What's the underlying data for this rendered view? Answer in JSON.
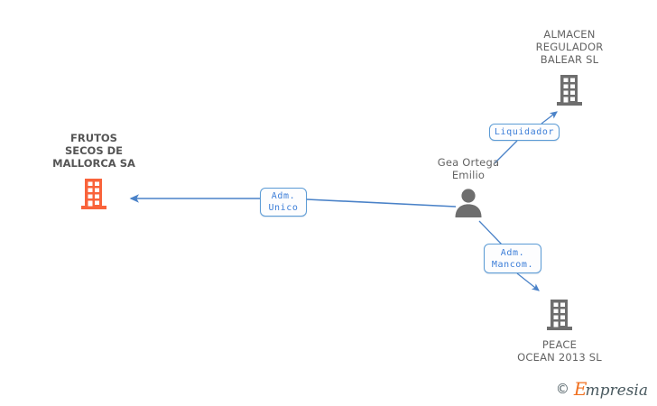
{
  "diagram": {
    "title": "Mercantile relationship graph",
    "background_color": "#ffffff",
    "edge_color": "#4a82c8",
    "badge_border_color": "#5b9bd5",
    "badge_text_color": "#3b7dd8",
    "company_icon_color_highlight": "#f9633b",
    "company_icon_color_default": "#6e6e6e",
    "person_icon_color": "#6e6e6e"
  },
  "nodes": {
    "main_company": {
      "name_lines": [
        "FRUTOS",
        "SECOS DE",
        "MALLORCA SA"
      ],
      "icon": "building-icon",
      "icon_color": "#f9633b",
      "type": "company"
    },
    "person": {
      "name_lines": [
        "Gea Ortega",
        "Emilio"
      ],
      "icon": "person-icon",
      "icon_color": "#6e6e6e",
      "type": "person"
    },
    "company_top": {
      "name_lines": [
        "ALMACEN",
        "REGULADOR",
        "BALEAR SL"
      ],
      "icon": "building-icon",
      "icon_color": "#6e6e6e",
      "type": "company"
    },
    "company_bottom": {
      "name_lines": [
        "PEACE",
        "OCEAN 2013  SL"
      ],
      "icon": "building-icon",
      "icon_color": "#6e6e6e",
      "type": "company"
    }
  },
  "relations": [
    {
      "id": "adm-unico",
      "lines": [
        "Adm.",
        "Unico"
      ],
      "from": "person",
      "to": "main_company"
    },
    {
      "id": "liquidador",
      "lines": [
        "Liquidador"
      ],
      "from": "person",
      "to": "company_top"
    },
    {
      "id": "adm-mancom",
      "lines": [
        "Adm.",
        "Mancom."
      ],
      "from": "person",
      "to": "company_bottom"
    }
  ],
  "watermark": {
    "copyright": "©",
    "brand_initial": "E",
    "brand_rest": "mpresia"
  }
}
